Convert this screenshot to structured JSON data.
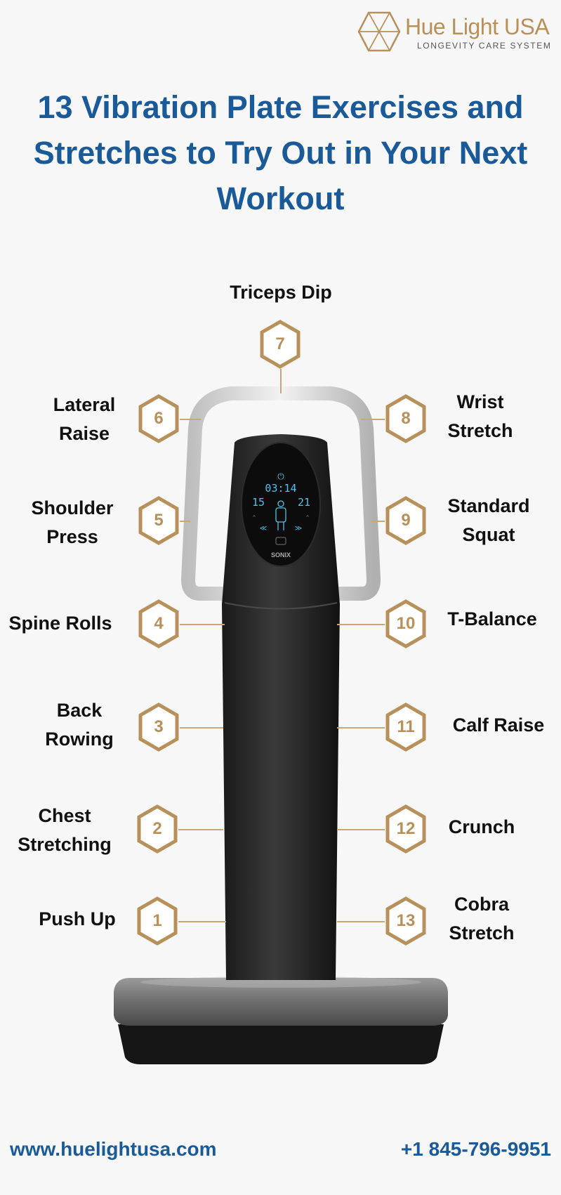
{
  "brand": {
    "name": "Hue Light USA",
    "tagline": "LONGEVITY CARE SYSTEM",
    "color": "#b8915a"
  },
  "title": "13 Vibration Plate Exercises and Stretches to Try Out in Your Next Workout",
  "device": {
    "time": "03:14",
    "left_value": "15",
    "right_value": "21",
    "brand": "SONIX"
  },
  "exercises": [
    {
      "number": "1",
      "name": "Push Up"
    },
    {
      "number": "2",
      "name": "Chest Stretching"
    },
    {
      "number": "3",
      "name": "Back Rowing"
    },
    {
      "number": "4",
      "name": "Spine Rolls"
    },
    {
      "number": "5",
      "name": "Shoulder Press"
    },
    {
      "number": "6",
      "name": "Lateral Raise"
    },
    {
      "number": "7",
      "name": "Triceps Dip"
    },
    {
      "number": "8",
      "name": "Wrist Stretch"
    },
    {
      "number": "9",
      "name": "Standard Squat"
    },
    {
      "number": "10",
      "name": "T-Balance"
    },
    {
      "number": "11",
      "name": "Calf Raise"
    },
    {
      "number": "12",
      "name": "Crunch"
    },
    {
      "number": "13",
      "name": "Cobra Stretch"
    }
  ],
  "footer": {
    "website": "www.huelightusa.com",
    "phone": "+1 845-796-9951"
  },
  "colors": {
    "title": "#1a5a98",
    "accent": "#b8915a",
    "screen_text": "#4fc3e8"
  }
}
